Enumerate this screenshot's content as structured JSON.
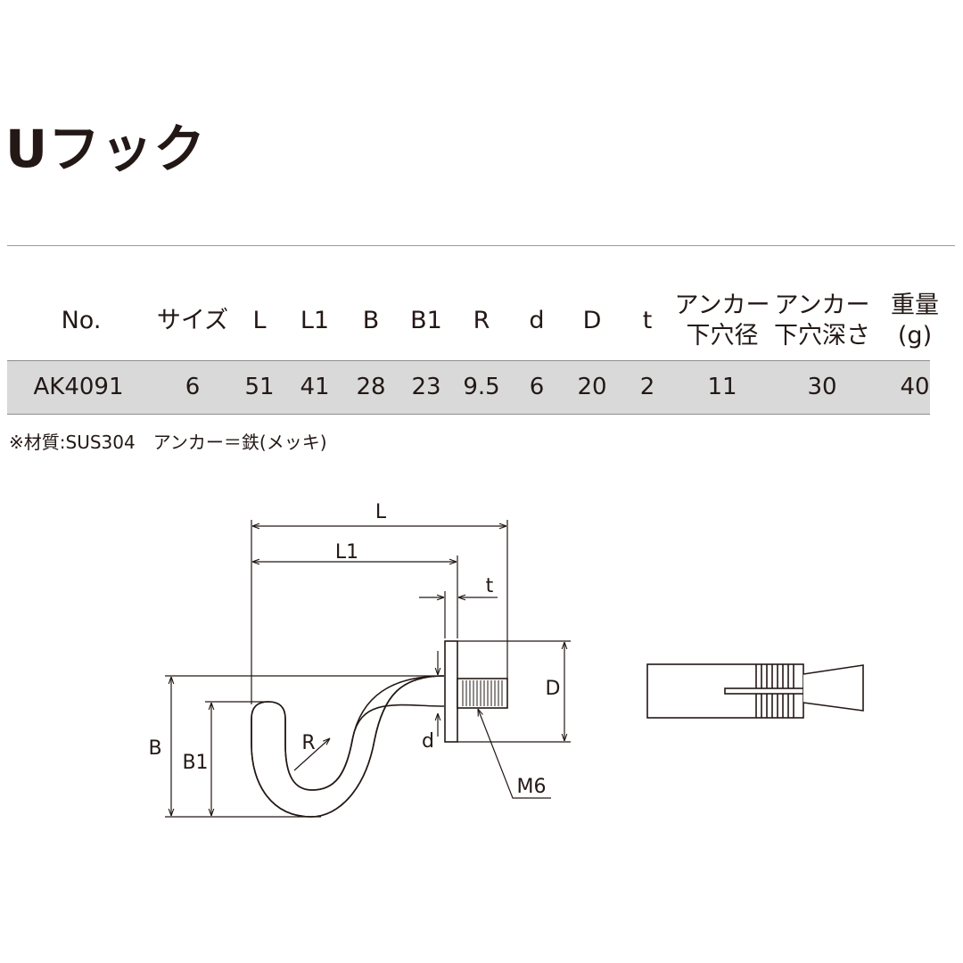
{
  "page": {
    "title": "Uフック"
  },
  "table": {
    "headers": [
      {
        "line1": "No.",
        "line2": ""
      },
      {
        "line1": "サイズ",
        "line2": ""
      },
      {
        "line1": "L",
        "line2": ""
      },
      {
        "line1": "L1",
        "line2": ""
      },
      {
        "line1": "B",
        "line2": ""
      },
      {
        "line1": "B1",
        "line2": ""
      },
      {
        "line1": "R",
        "line2": ""
      },
      {
        "line1": "d",
        "line2": ""
      },
      {
        "line1": "D",
        "line2": ""
      },
      {
        "line1": "t",
        "line2": ""
      },
      {
        "line1": "アンカー",
        "line2": "下穴径"
      },
      {
        "line1": "アンカー",
        "line2": "下穴深さ"
      },
      {
        "line1": "重量",
        "line2": "(g)"
      }
    ],
    "row": [
      "AK4091",
      "6",
      "51",
      "41",
      "28",
      "23",
      "9.5",
      "6",
      "20",
      "2",
      "11",
      "30",
      "40"
    ]
  },
  "note": "※材質:SUS304　アンカー＝鉄(メッキ)",
  "diagram": {
    "labels": {
      "L": "L",
      "L1": "L1",
      "t": "t",
      "D": "D",
      "B": "B",
      "B1": "B1",
      "R": "R",
      "d": "d",
      "M6": "M6"
    }
  },
  "colors": {
    "ink": "#231815",
    "band": "#d9d9da",
    "rule": "#9a9a9a"
  }
}
